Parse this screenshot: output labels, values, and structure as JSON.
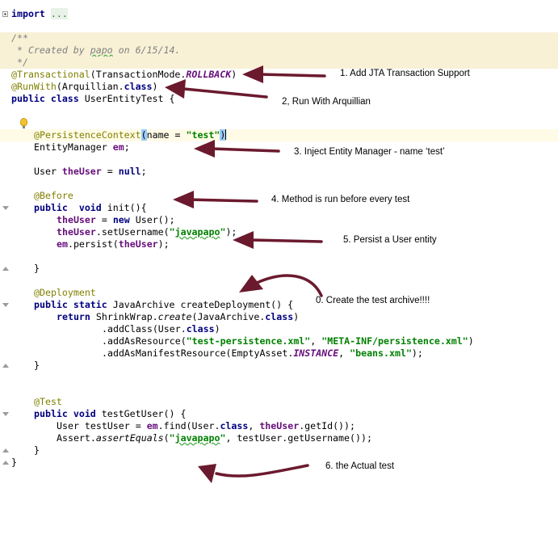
{
  "editor": {
    "import_keyword": "import",
    "import_fold": "...",
    "comment_open": "/**",
    "comment_body_pre": " * Created by ",
    "comment_author": "papo",
    "comment_body_post": " on 6/15/14.",
    "comment_close": " */",
    "transactional_ann": "@Transactional",
    "transactional_args_pre": "(TransactionMode.",
    "transactional_const": "ROLLBACK",
    "transactional_args_post": ")",
    "runwith_ann": "@RunWith",
    "runwith_args_pre": "(Arquillian.",
    "runwith_args_kw": "class",
    "runwith_args_post": ")",
    "class_kw": "public class",
    "class_name": " UserEntityTest {",
    "pc_ann": "@PersistenceContext",
    "pc_open": "(",
    "pc_args": "name = ",
    "pc_str": "\"test\"",
    "pc_close": ")",
    "em_type": "EntityManager ",
    "em_field": "em",
    "em_end": ";",
    "user_type": "User ",
    "user_field": "theUser",
    "user_eq": " = ",
    "null_kw": "null",
    "user_end": ";",
    "before_ann": "@Before",
    "init_kw": "public  void",
    "init_sig": " init(){",
    "init_l1_field": "theUser",
    "init_l1_eq": " = ",
    "init_l1_kw": "new",
    "init_l1_rest": " User();",
    "init_l2_field": "theUser",
    "init_l2_call": ".setUsername(",
    "init_l2_q1": "\"",
    "init_l2_str": "javapapo",
    "init_l2_q2": "\"",
    "init_l2_end": ");",
    "init_l3_field": "em",
    "init_l3_call": ".persist(",
    "init_l3_arg": "theUser",
    "init_l3_end": ");",
    "close_brace": "}",
    "deploy_ann": "@Deployment",
    "deploy_kw": "public static",
    "deploy_sig": " JavaArchive createDeployment() {",
    "return_kw": "return",
    "return_pre": " ShrinkWrap.",
    "return_static": "create",
    "return_args": "(JavaArchive.",
    "return_class_kw": "class",
    "return_end": ")",
    "addclass_pre": ".addClass(User.",
    "addclass_kw": "class",
    "addclass_end": ")",
    "addres_pre": ".addAsResource(",
    "addres_str1": "\"test-persistence.xml\"",
    "addres_sep": ", ",
    "addres_str2": "\"META-INF/persistence.xml\"",
    "addres_end": ")",
    "addman_pre": ".addAsManifestResource(EmptyAsset.",
    "addman_const": "INSTANCE",
    "addman_sep": ", ",
    "addman_str": "\"beans.xml\"",
    "addman_end": ");",
    "test_ann": "@Test",
    "test_kw": "public void",
    "test_sig": " testGetUser() {",
    "test_l1_pre": "User testUser = ",
    "test_l1_field1": "em",
    "test_l1_mid": ".find(User.",
    "test_l1_kw": "class",
    "test_l1_sep": ", ",
    "test_l1_field2": "theUser",
    "test_l1_end": ".getId());",
    "test_l2_pre": "Assert.",
    "test_l2_static": "assertEquals",
    "test_l2_open": "(",
    "test_l2_q1": "\"",
    "test_l2_str": "javapapo",
    "test_l2_q2": "\"",
    "test_l2_end": ", testUser.getUsername());"
  },
  "annotations": {
    "a1": "1. Add JTA Transaction Support",
    "a2": "2, Run With Arquillian",
    "a3": "3. Inject Entity Manager - name ‘test’",
    "a4": "4. Method is run before every test",
    "a5": "5. Persist a User entity",
    "a0": "0. Create the test archive!!!!",
    "a6": "6. the Actual test"
  },
  "colors": {
    "arrow": "#6b1a2e",
    "annotation": "#808000",
    "keyword": "#000080",
    "string": "#008000",
    "field": "#660e7a",
    "comment": "#808080",
    "comment_bg": "#f8f1d6"
  }
}
